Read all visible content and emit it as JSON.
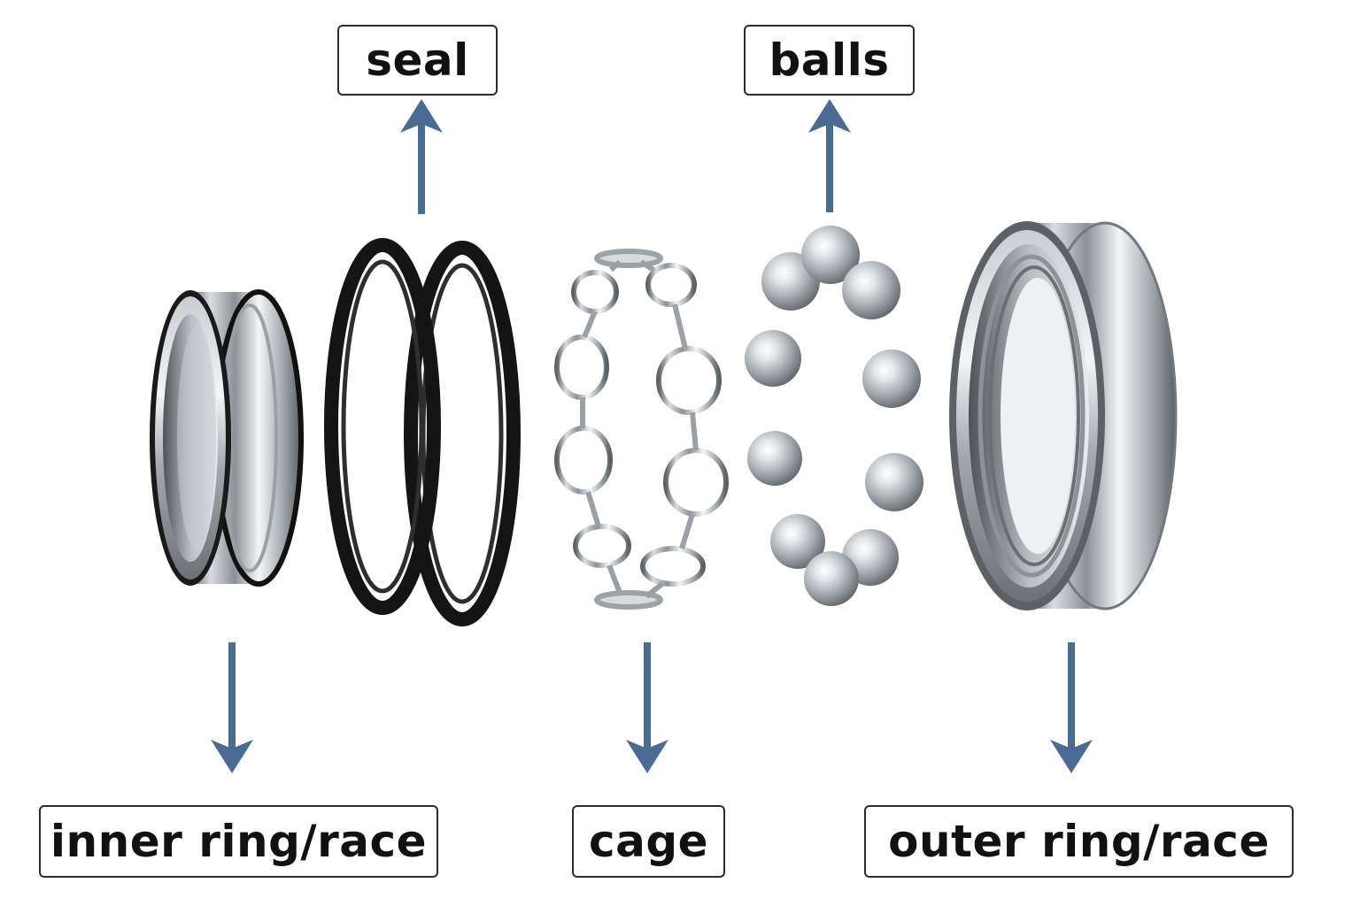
{
  "labels": {
    "seal": "seal",
    "balls": "balls",
    "inner_ring": "inner ring/race",
    "cage": "cage",
    "outer_ring": "outer ring/race"
  },
  "colors": {
    "arrow": "#4a6b94",
    "seal_rubber": "#141414",
    "steel_light": "#e6e9ec",
    "steel_dark": "#6f7479",
    "label_border": "#2b2b2b"
  },
  "components": [
    "inner-ring",
    "seal",
    "cage",
    "balls",
    "outer-ring"
  ]
}
